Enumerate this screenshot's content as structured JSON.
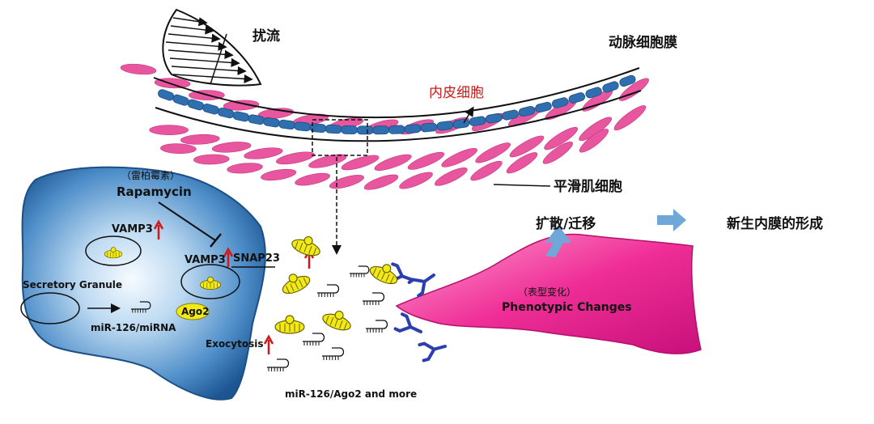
{
  "labels": {
    "disturbed_flow": "扰流",
    "artery_wall": "动脉细胞膜",
    "endothelial_cell": "内皮细胞",
    "smooth_muscle_cell": "平滑肌细胞",
    "rapamycin_cn": "（雷柏霉素）",
    "rapamycin": "Rapamycin",
    "vamp3_top": "VAMP3",
    "vamp3_mid": "VAMP3",
    "snap23": "SNAP23",
    "secretory_granule": "Secretory Granule",
    "ago2": "Ago2",
    "mirna": "miR-126/miRNA",
    "exocytosis": "Exocytosis",
    "cargo": "miR-126/Ago2 and more",
    "phenotype_cn": "（表型变化）",
    "phenotype": "Phenotypic Changes",
    "proliferation": "扩散/迁移",
    "neointima": "新生内膜的形成"
  },
  "colors": {
    "endothelial": "#2f6fb0",
    "smooth_muscle": "#e8569f",
    "cell_dark": "#1f5a96",
    "cell_light": "#eaf3fb",
    "ago2_yellow": "#f2ea16",
    "receptor": "#2b3fae",
    "target_cell": "#e6178a",
    "up_arrow": "#d01818",
    "flow_arrow": "#6fa8d8"
  }
}
